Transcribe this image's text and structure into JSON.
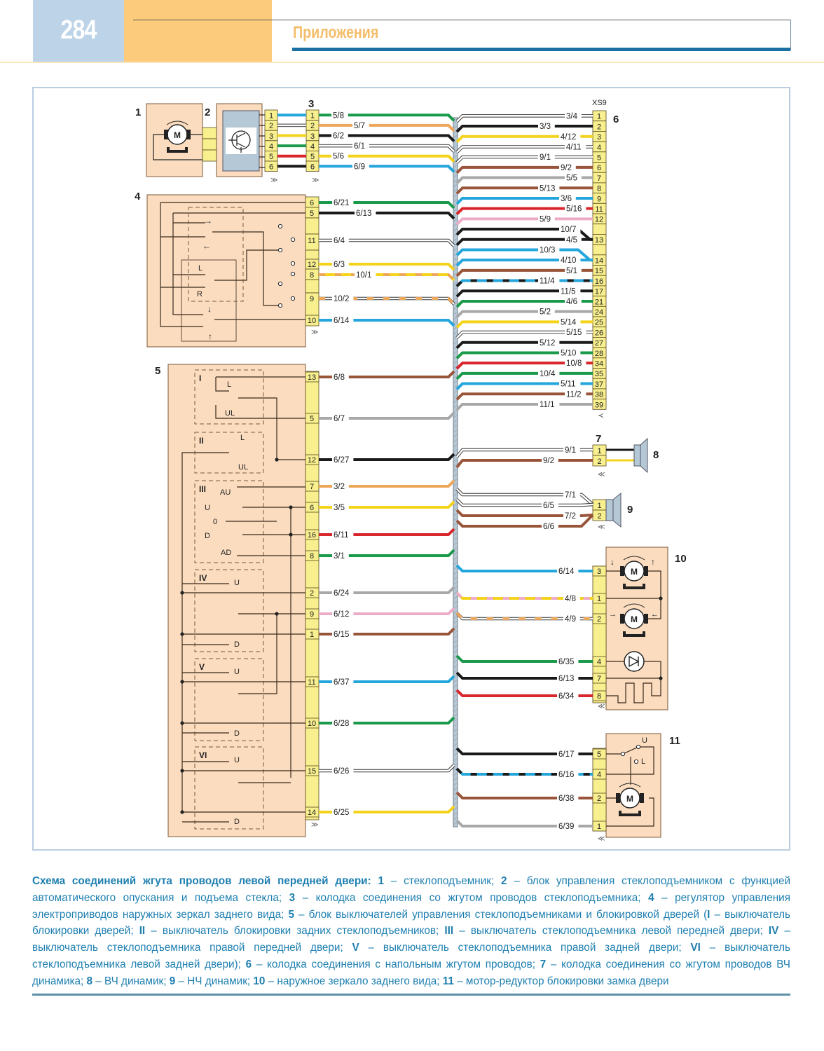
{
  "header": {
    "page_number": "284",
    "section_title": "Приложения"
  },
  "colors": {
    "green": "#1a9a4a",
    "orange": "#eda75a",
    "black": "#1a1a1a",
    "yellow": "#f4d31c",
    "blue": "#24a6dc",
    "red": "#d8262c",
    "brown": "#99553a",
    "gray": "#a8a8a8",
    "pink": "#ecacc8",
    "white": "#ffffff",
    "component_fill": "#fbdcbf",
    "connector_fill": "#f8ef8e",
    "module_blue": "#b5c8d6"
  },
  "components": {
    "c1": "1",
    "c2": "2",
    "c3": "3",
    "c4": "4",
    "c5": "5",
    "c6": "6",
    "c7": "7",
    "c8": "8",
    "c9": "9",
    "c10": "10",
    "c11": "11",
    "xs9": "XS9",
    "motor": "M"
  },
  "conn2_pins": [
    "1",
    "2",
    "3",
    "4",
    "5",
    "6"
  ],
  "conn3_pins": [
    "1",
    "2",
    "3",
    "4",
    "5",
    "6"
  ],
  "links_2_3": [
    "blue",
    "white",
    "yellow",
    "green",
    "red",
    "black"
  ],
  "wires_from_3": [
    {
      "pin": "1",
      "label": "5/8",
      "color": "green"
    },
    {
      "pin": "2",
      "label": "5/7",
      "color": "orange"
    },
    {
      "pin": "3",
      "label": "6/2",
      "color": "black"
    },
    {
      "pin": "4",
      "label": "6/1",
      "color": "white"
    },
    {
      "pin": "5",
      "label": "5/6",
      "color": "yellow"
    },
    {
      "pin": "6",
      "label": "6/9",
      "color": "blue"
    }
  ],
  "wires_from_4": [
    {
      "pin": "6",
      "label": "6/21",
      "color": "green"
    },
    {
      "pin": "5",
      "label": "6/13",
      "color": "black"
    },
    {
      "pin": "11",
      "label": "6/4",
      "color": "white"
    },
    {
      "pin": "12",
      "label": "6/3",
      "color": "yellow"
    },
    {
      "pin": "8",
      "label": "10/1",
      "color": "yellow",
      "stripe": "orange"
    },
    {
      "pin": "9",
      "label": "10/2",
      "color": "white",
      "stripe": "orange"
    },
    {
      "pin": "10",
      "label": "6/14",
      "color": "blue"
    }
  ],
  "block4_labels": {
    "L": "L",
    "R": "R"
  },
  "wires_from_5": [
    {
      "pin": "13",
      "label": "6/8",
      "color": "brown"
    },
    {
      "pin": "5",
      "label": "6/7",
      "color": "gray"
    },
    {
      "pin": "12",
      "label": "6/27",
      "color": "black"
    },
    {
      "pin": "7",
      "label": "3/2",
      "color": "orange"
    },
    {
      "pin": "6",
      "label": "3/5",
      "color": "yellow"
    },
    {
      "pin": "16",
      "label": "6/11",
      "color": "red"
    },
    {
      "pin": "8",
      "label": "3/1",
      "color": "green"
    },
    {
      "pin": "2",
      "label": "6/24",
      "color": "gray"
    },
    {
      "pin": "9",
      "label": "6/12",
      "color": "pink"
    },
    {
      "pin": "1",
      "label": "6/15",
      "color": "brown"
    },
    {
      "pin": "11",
      "label": "6/37",
      "color": "blue"
    },
    {
      "pin": "10",
      "label": "6/28",
      "color": "green"
    },
    {
      "pin": "15",
      "label": "6/26",
      "color": "white"
    },
    {
      "pin": "14",
      "label": "6/25",
      "color": "yellow"
    }
  ],
  "block5_switches": [
    {
      "id": "I",
      "labels": [
        "L",
        "UL"
      ]
    },
    {
      "id": "II",
      "labels": [
        "L",
        "UL"
      ]
    },
    {
      "id": "III",
      "labels": [
        "AU",
        "U",
        "0",
        "D",
        "AD"
      ]
    },
    {
      "id": "IV",
      "labels": [
        "U",
        "D"
      ]
    },
    {
      "id": "V",
      "labels": [
        "U",
        "D"
      ]
    },
    {
      "id": "VI",
      "labels": [
        "U",
        "D"
      ]
    }
  ],
  "xs9_pins": [
    {
      "pin": "1",
      "label": "3/4",
      "color": "white"
    },
    {
      "pin": "2",
      "label": "3/3",
      "color": "black"
    },
    {
      "pin": "3",
      "label": "4/12",
      "color": "yellow"
    },
    {
      "pin": "4",
      "label": "4/11",
      "color": "white"
    },
    {
      "pin": "5",
      "label": "9/1",
      "color": "white"
    },
    {
      "pin": "6",
      "label": "9/2",
      "color": "brown"
    },
    {
      "pin": "7",
      "label": "5/5",
      "color": "gray"
    },
    {
      "pin": "8",
      "label": "5/13",
      "color": "brown"
    },
    {
      "pin": "9",
      "label": "3/6",
      "color": "blue"
    },
    {
      "pin": "11",
      "label": "5/16",
      "color": "red"
    },
    {
      "pin": "12",
      "label": "5/9",
      "color": "pink"
    },
    {
      "pin": "",
      "label": "10/7",
      "color": "black",
      "joins": "13"
    },
    {
      "pin": "13",
      "label": "4/5",
      "color": "black"
    },
    {
      "pin": "",
      "label": "10/3",
      "color": "blue",
      "joins": "14"
    },
    {
      "pin": "14",
      "label": "4/10",
      "color": "blue"
    },
    {
      "pin": "15",
      "label": "5/1",
      "color": "brown"
    },
    {
      "pin": "16",
      "label": "11/4",
      "color": "blue",
      "stripe": "black"
    },
    {
      "pin": "17",
      "label": "11/5",
      "color": "black"
    },
    {
      "pin": "21",
      "label": "4/6",
      "color": "green"
    },
    {
      "pin": "24",
      "label": "5/2",
      "color": "gray"
    },
    {
      "pin": "25",
      "label": "5/14",
      "color": "yellow"
    },
    {
      "pin": "26",
      "label": "5/15",
      "color": "white"
    },
    {
      "pin": "27",
      "label": "5/12",
      "color": "black"
    },
    {
      "pin": "28",
      "label": "5/10",
      "color": "green"
    },
    {
      "pin": "34",
      "label": "10/8",
      "color": "red"
    },
    {
      "pin": "35",
      "label": "10/4",
      "color": "green"
    },
    {
      "pin": "37",
      "label": "5/11",
      "color": "blue"
    },
    {
      "pin": "38",
      "label": "11/2",
      "color": "brown"
    },
    {
      "pin": "39",
      "label": "11/1",
      "color": "gray"
    }
  ],
  "conn7_wires": [
    {
      "pin": "1",
      "label": "9/1",
      "color": "white"
    },
    {
      "pin": "2",
      "label": "9/2",
      "color": "brown"
    }
  ],
  "conn9_wires": [
    {
      "pin": "1",
      "label": "7/1",
      "color": "white"
    },
    {
      "pin": "",
      "label": "6/5",
      "color": "white",
      "joins": "1"
    },
    {
      "pin": "2",
      "label": "7/2",
      "color": "brown"
    },
    {
      "pin": "",
      "label": "6/6",
      "color": "brown",
      "joins": "2"
    }
  ],
  "conn10_wires": [
    {
      "pin": "3",
      "label": "6/14",
      "color": "blue"
    },
    {
      "pin": "1",
      "label": "4/8",
      "color": "yellow",
      "stripe": "pink"
    },
    {
      "pin": "2",
      "label": "4/9",
      "color": "white",
      "stripe": "orange"
    },
    {
      "pin": "4",
      "label": "6/35",
      "color": "green"
    },
    {
      "pin": "7",
      "label": "6/13",
      "color": "black"
    },
    {
      "pin": "8",
      "label": "6/34",
      "color": "red"
    }
  ],
  "conn11_wires": [
    {
      "pin": "5",
      "label": "6/17",
      "color": "black"
    },
    {
      "pin": "4",
      "label": "6/16",
      "color": "blue",
      "stripe": "black"
    },
    {
      "pin": "2",
      "label": "6/38",
      "color": "brown"
    },
    {
      "pin": "1",
      "label": "6/39",
      "color": "gray"
    }
  ],
  "block11_labels": {
    "U": "U",
    "L": "L"
  },
  "caption": {
    "title": "Схема соединений жгута проводов левой передней двери:",
    "items": [
      {
        "key": "1",
        "text": " – стеклоподъемник; "
      },
      {
        "key": "2",
        "text": " – блок управления стеклоподъемником с функцией автоматического опускания и подъема стекла; "
      },
      {
        "key": "3",
        "text": " – колодка соединения со жгутом проводов стеклоподъемника; "
      },
      {
        "key": "4",
        "text": " – регулятор управления электроприводов наружных зеркал заднего вида; "
      },
      {
        "key": "5",
        "text": " – блок выключателей управления стеклоподъемниками и блокировкой дверей ("
      },
      {
        "key": "I",
        "text": " – выключатель блокировки дверей; "
      },
      {
        "key": "II",
        "text": " – выключатель блокировки задних стеклоподъемников; "
      },
      {
        "key": "III",
        "text": " – выключатель стеклоподъемника левой передней двери; "
      },
      {
        "key": "IV",
        "text": " – выключатель стеклоподъемника правой передней двери; "
      },
      {
        "key": "V",
        "text": " – выключатель стеклоподъемника правой задней двери; "
      },
      {
        "key": "VI",
        "text": " – выключатель стеклоподъемника левой задней двери); "
      },
      {
        "key": "6",
        "text": " – колодка соединения с напольным жгутом проводов; "
      },
      {
        "key": "7",
        "text": " – колодка соединения со жгутом проводов ВЧ динамика; "
      },
      {
        "key": "8",
        "text": " – ВЧ динамик; "
      },
      {
        "key": "9",
        "text": " – НЧ динамик; "
      },
      {
        "key": "10",
        "text": " – наружное зеркало заднего вида; "
      },
      {
        "key": "11",
        "text": " – мотор-редуктор блокировки замка двери"
      }
    ]
  }
}
